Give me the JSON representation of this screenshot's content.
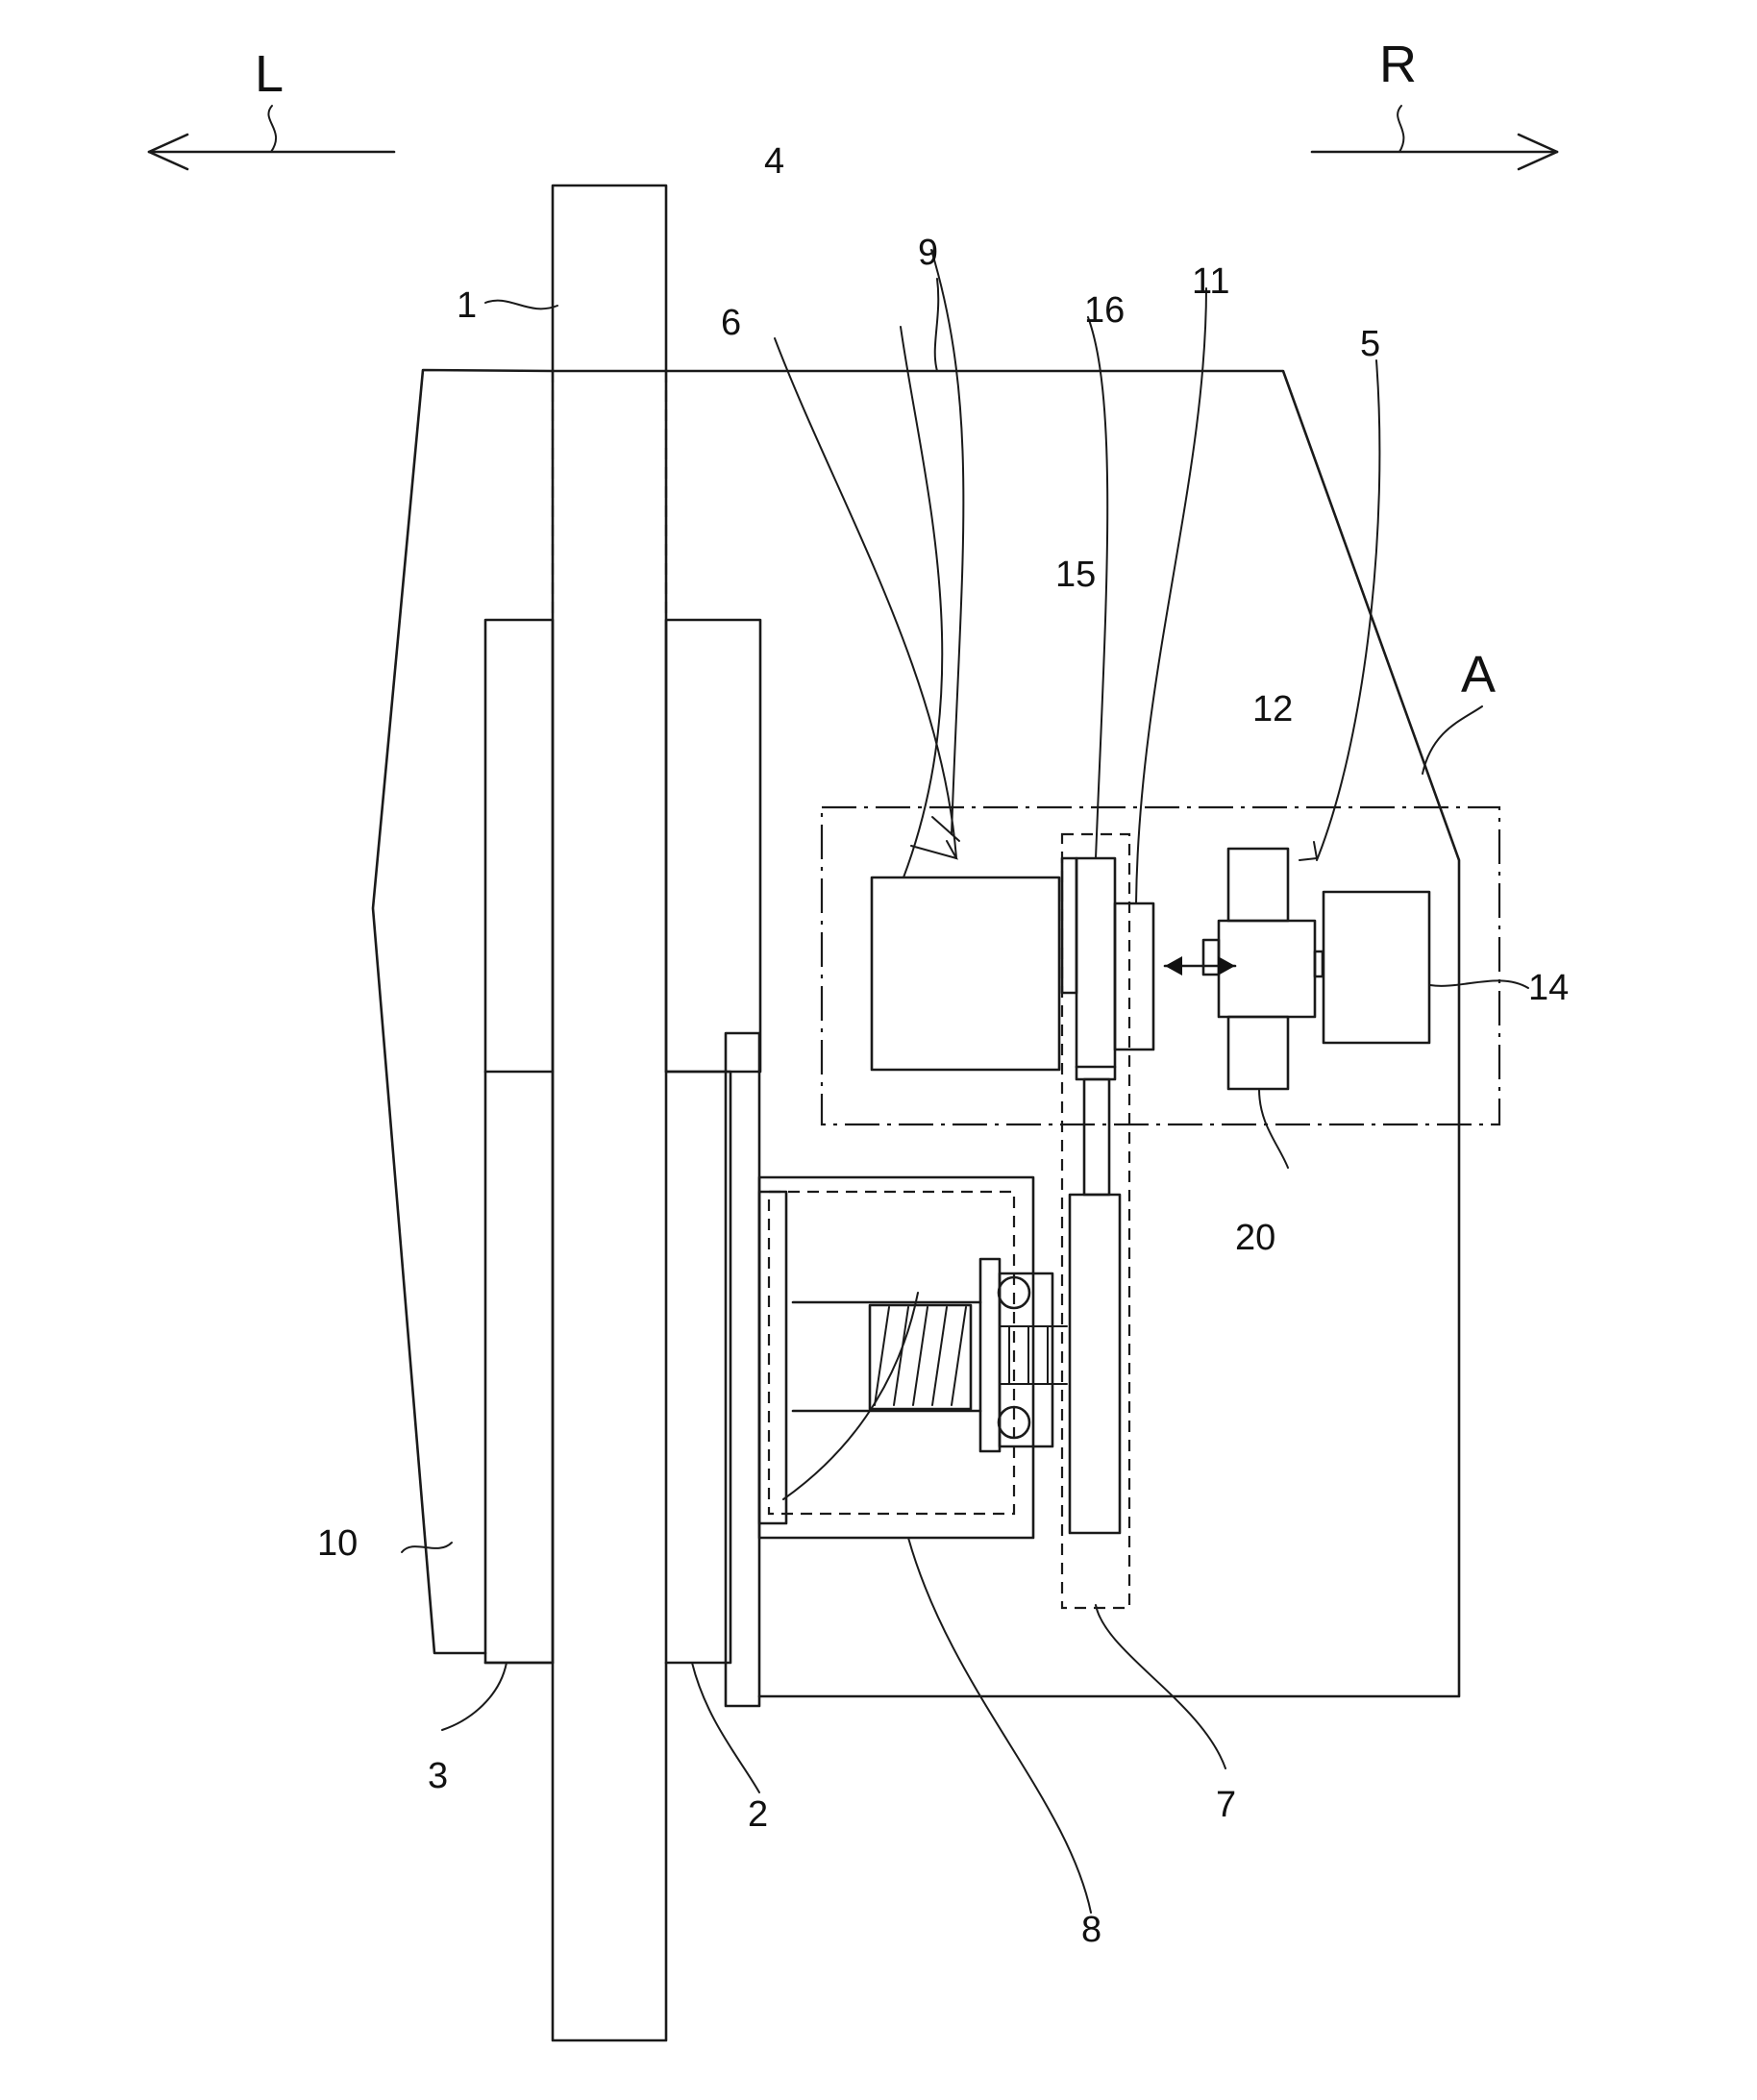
{
  "figure": {
    "direction_left": "L",
    "direction_right": "R",
    "detail_marker": "A",
    "labels": {
      "n1": "1",
      "n2": "2",
      "n3": "3",
      "n4": "4",
      "n5": "5",
      "n6": "6",
      "n7": "7",
      "n8": "8",
      "n9": "9",
      "n10": "10",
      "n11": "11",
      "n12": "12",
      "n14": "14",
      "n15": "15",
      "n16": "16",
      "n20": "20"
    }
  }
}
